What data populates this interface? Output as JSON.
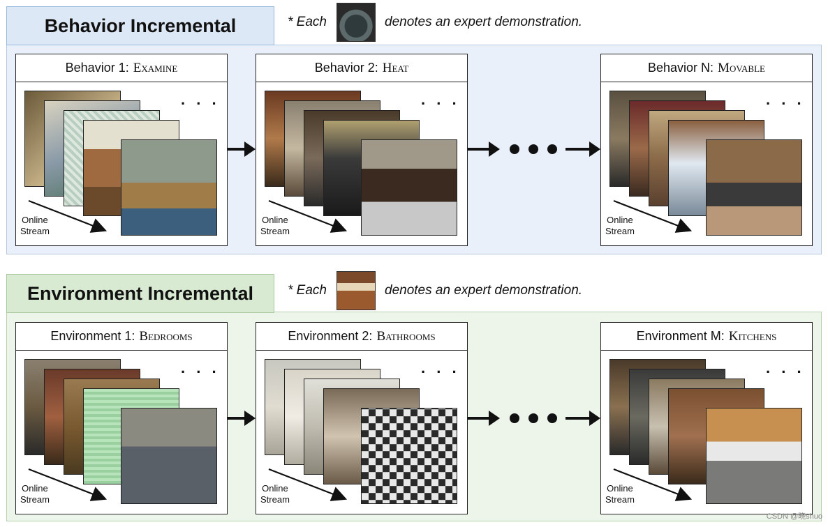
{
  "behavior": {
    "title": "Behavior Incremental",
    "note_prefix": "* Each",
    "note_suffix": "denotes an expert demonstration.",
    "tasks": [
      {
        "label": "Behavior 1:",
        "name": "Examine"
      },
      {
        "label": "Behavior 2:",
        "name": "Heat"
      },
      {
        "label": "Behavior N:",
        "name": "Movable"
      }
    ]
  },
  "environment": {
    "title": "Environment Incremental",
    "note_prefix": "* Each",
    "note_suffix": "denotes an expert demonstration.",
    "tasks": [
      {
        "label": "Environment 1:",
        "name": "Bedrooms"
      },
      {
        "label": "Environment 2:",
        "name": "Bathrooms"
      },
      {
        "label": "Environment M:",
        "name": "Kitchens"
      }
    ]
  },
  "stream_line1": "Online",
  "stream_line2": "Stream",
  "watermark": "CSDN @晓shuo"
}
